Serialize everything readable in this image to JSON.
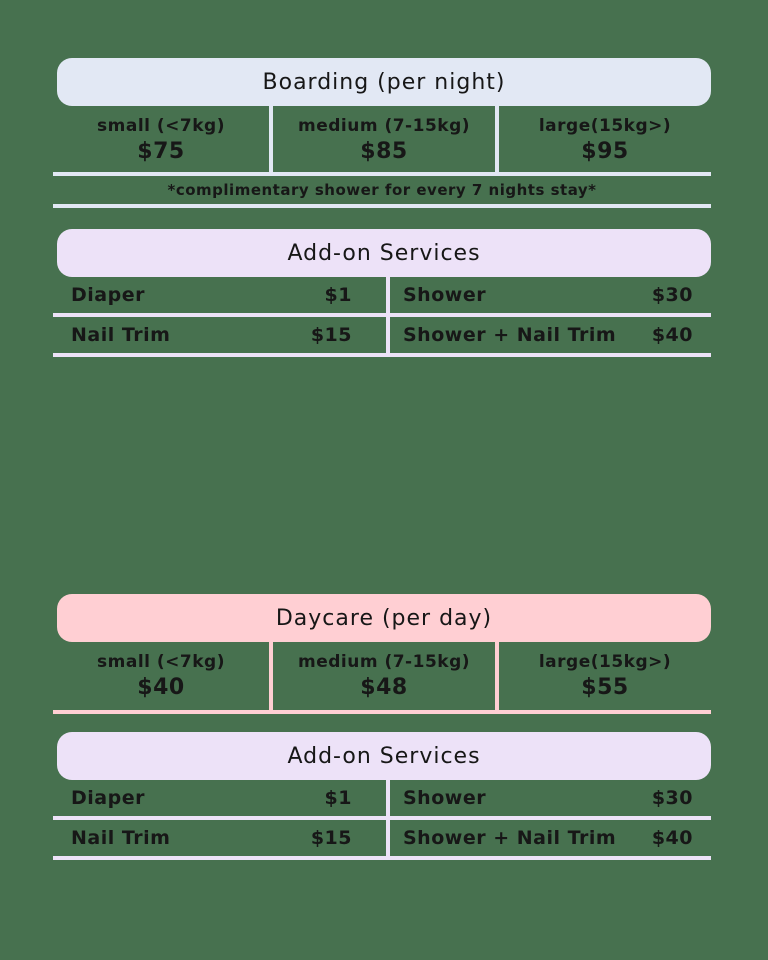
{
  "page": {
    "background_color": "#47714F",
    "text_color": "#171717"
  },
  "boarding": {
    "title": "Boarding (per night)",
    "header_color": "#E2E8F4",
    "tiers": [
      {
        "label": "small (<7kg)",
        "price": "$75"
      },
      {
        "label": "medium (7-15kg)",
        "price": "$85"
      },
      {
        "label": "large(15kg>)",
        "price": "$95"
      }
    ],
    "note": "*complimentary shower for every 7 nights stay*"
  },
  "boarding_addons": {
    "title": "Add-on Services",
    "header_color": "#EDE2F8",
    "rows": [
      [
        {
          "label": "Diaper",
          "price": "$1"
        },
        {
          "label": "Shower",
          "price": "$30"
        }
      ],
      [
        {
          "label": "Nail Trim",
          "price": "$15"
        },
        {
          "label": "Shower + Nail Trim",
          "price": "$40"
        }
      ]
    ]
  },
  "daycare": {
    "title": "Daycare (per day)",
    "header_color": "#FFCFD3",
    "tiers": [
      {
        "label": "small (<7kg)",
        "price": "$40"
      },
      {
        "label": "medium (7-15kg)",
        "price": "$48"
      },
      {
        "label": "large(15kg>)",
        "price": "$55"
      }
    ]
  },
  "daycare_addons": {
    "title": "Add-on Services",
    "header_color": "#EDE2F8",
    "rows": [
      [
        {
          "label": "Diaper",
          "price": "$1"
        },
        {
          "label": "Shower",
          "price": "$30"
        }
      ],
      [
        {
          "label": "Nail Trim",
          "price": "$15"
        },
        {
          "label": "Shower + Nail Trim",
          "price": "$40"
        }
      ]
    ]
  }
}
